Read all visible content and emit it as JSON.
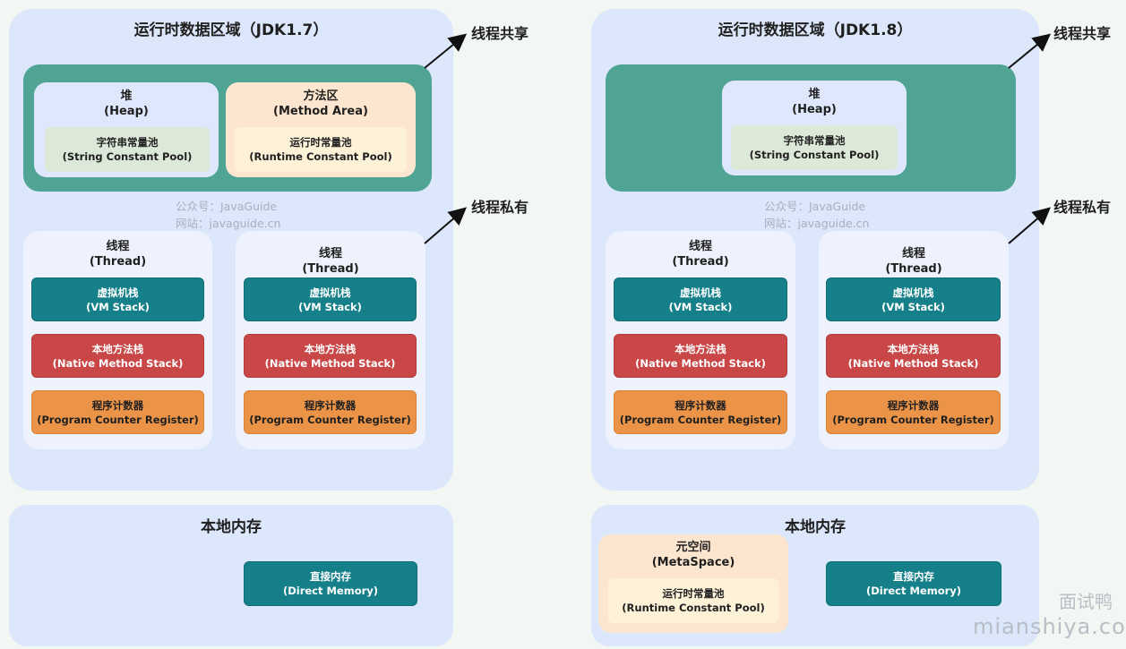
{
  "left": {
    "title": "运行时数据区域（JDK1.7）",
    "shared_label": "线程共享",
    "private_label": "线程私有",
    "heap": {
      "name": "堆",
      "en": "(Heap)",
      "pool": "字符串常量池",
      "pool_en": "(String Constant Pool)"
    },
    "method_area": {
      "name": "方法区",
      "en": "(Method Area)",
      "pool": "运行时常量池",
      "pool_en": "(Runtime Constant Pool)"
    },
    "watermark": {
      "line1": "公众号：JavaGuide",
      "line2": "网站：javaguide.cn"
    },
    "threads": [
      {
        "name": "线程",
        "en": "(Thread)",
        "vm": "虚拟机栈",
        "vm_en": "(VM Stack)",
        "native": "本地方法栈",
        "native_en": "(Native Method Stack)",
        "pc": "程序计数器",
        "pc_en": "(Program Counter Register)"
      },
      {
        "name": "线程",
        "en": "(Thread)",
        "vm": "虚拟机栈",
        "vm_en": "(VM Stack)",
        "native": "本地方法栈",
        "native_en": "(Native Method Stack)",
        "pc": "程序计数器",
        "pc_en": "(Program Counter Register)"
      }
    ],
    "native_memory": {
      "title": "本地内存",
      "direct": "直接内存",
      "direct_en": "(Direct Memory)"
    }
  },
  "right": {
    "title": "运行时数据区域（JDK1.8）",
    "shared_label": "线程共享",
    "private_label": "线程私有",
    "heap": {
      "name": "堆",
      "en": "(Heap)",
      "pool": "字符串常量池",
      "pool_en": "(String Constant Pool)"
    },
    "watermark": {
      "line1": "公众号：JavaGuide",
      "line2": "网站：javaguide.cn"
    },
    "threads": [
      {
        "name": "线程",
        "en": "(Thread)",
        "vm": "虚拟机栈",
        "vm_en": "(VM Stack)",
        "native": "本地方法栈",
        "native_en": "(Native Method Stack)",
        "pc": "程序计数器",
        "pc_en": "(Program Counter Register)"
      },
      {
        "name": "线程",
        "en": "(Thread)",
        "vm": "虚拟机栈",
        "vm_en": "(VM Stack)",
        "native": "本地方法栈",
        "native_en": "(Native Method Stack)",
        "pc": "程序计数器",
        "pc_en": "(Program Counter Register)"
      }
    ],
    "native_memory": {
      "title": "本地内存",
      "metaspace": "元空间",
      "metaspace_en": "(MetaSpace)",
      "pool": "运行时常量池",
      "pool_en": "(Runtime Constant Pool)",
      "direct": "直接内存",
      "direct_en": "(Direct Memory)"
    }
  },
  "brand": {
    "cn": "面试鸭",
    "url": "mianshiya.com"
  },
  "colors": {
    "shared": "#4fa493",
    "vm_stack": "#16808a",
    "native_stack": "#c94747",
    "pc_register": "#eb9448",
    "panel": "#dde7fb"
  }
}
